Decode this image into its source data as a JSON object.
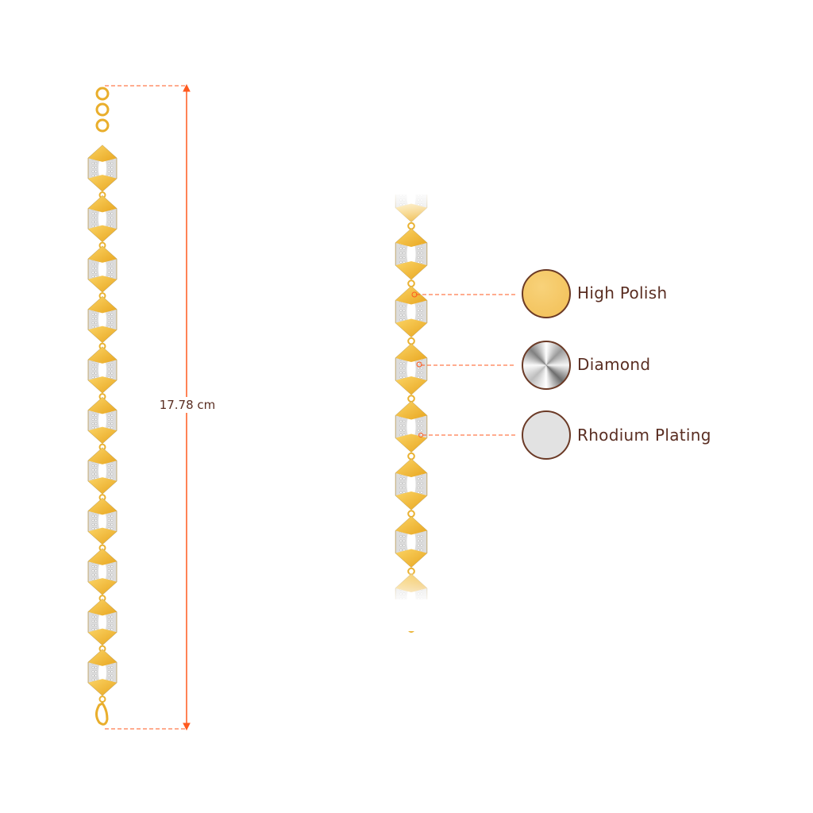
{
  "measurement": {
    "length_label": "17.78 cm"
  },
  "materials": [
    {
      "label": "High Polish",
      "icon": "gold-swatch-icon",
      "color": "#f4c55e"
    },
    {
      "label": "Diamond",
      "icon": "diamond-swatch-icon",
      "color": "#e8e8e8"
    },
    {
      "label": "Rhodium Plating",
      "icon": "rhodium-swatch-icon",
      "color": "#e2e2e2"
    }
  ],
  "colors": {
    "accent": "#ff5a1f",
    "gold": "#f2b531",
    "text": "#5a2e22"
  }
}
